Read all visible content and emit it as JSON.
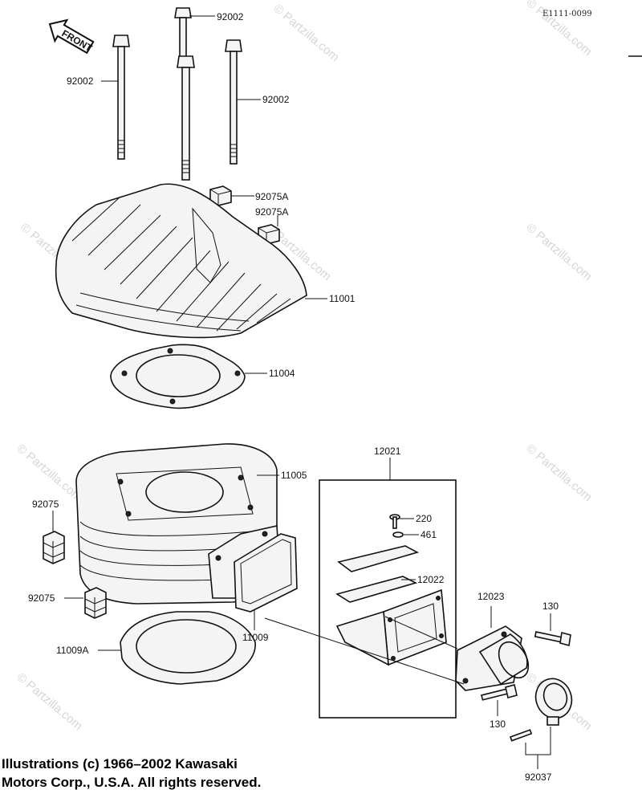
{
  "diagram_code": "E1111-0099",
  "front_label": "FRONT",
  "watermark": "© Partzilla.com",
  "callouts": {
    "bolt_top": "92002",
    "bolt_left": "92002",
    "bolt_right": "92002",
    "damper_1": "92075A",
    "damper_2": "92075A",
    "head": "11001",
    "head_gasket": "11004",
    "cylinder": "11005",
    "left_damper_1": "92075",
    "left_damper_2": "92075",
    "base_gasket": "11009A",
    "reed_gasket": "11009",
    "reed_assy": "12021",
    "screw": "220",
    "washer": "461",
    "reed_petal": "12022",
    "manifold": "12023",
    "manifold_bolt_1": "130",
    "manifold_bolt_2": "130",
    "clamp": "92037"
  },
  "copyright": {
    "line1": "Illustrations (c) 1966–2002 Kawasaki",
    "line2": "Motors Corp., U.S.A.  All rights reserved."
  }
}
